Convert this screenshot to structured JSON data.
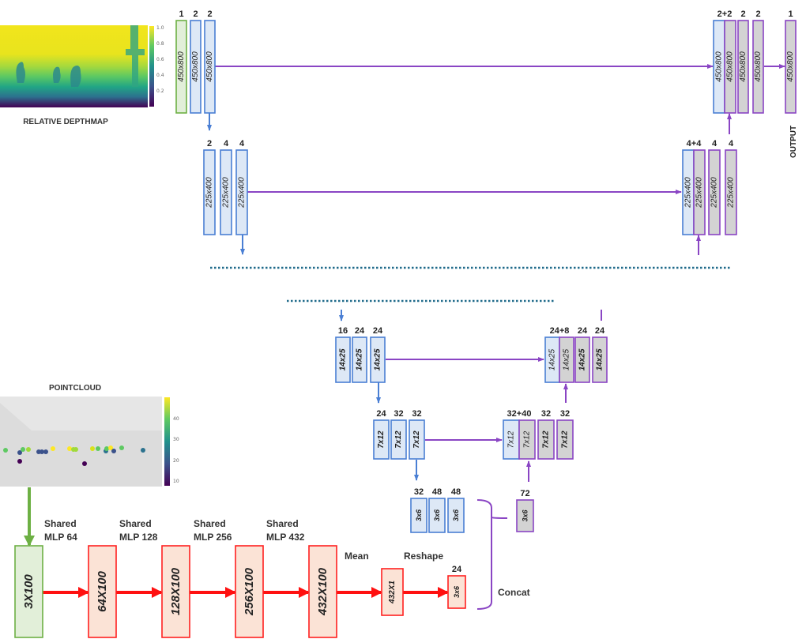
{
  "title": "Depth completion network architecture diagram",
  "colors": {
    "encoder_border": "#4a7fd4",
    "encoder_fill": "#dde8f6",
    "decoder_border": "#8a45c4",
    "decoder_fill": "#d3d3d3",
    "input_border": "#6db044",
    "input_fill": "#e2efd9",
    "mlp_border": "#ff2020",
    "mlp_fill": "#fbe3d6",
    "skip_line": "#8a45c4",
    "down_line": "#4a7fd4",
    "mlp_arrow": "#ff1010",
    "dotted_line": "#1f6a8a"
  },
  "depthmap": {
    "caption": "RELATIVE DEPTHMAP",
    "colorbar_ticks": [
      "1.0",
      "0.8",
      "0.6",
      "0.4",
      "0.2"
    ]
  },
  "pointcloud": {
    "caption": "POINTCLOUD",
    "colorbar_ticks": [
      "40",
      "30",
      "20",
      "10"
    ]
  },
  "output_label": "OUTPUT",
  "level1": {
    "encoder": [
      {
        "channels": "1",
        "size": "450x800",
        "kind": "input"
      },
      {
        "channels": "2",
        "size": "450x800",
        "kind": "enc"
      },
      {
        "channels": "2",
        "size": "450x800",
        "kind": "enc"
      }
    ],
    "decoder": [
      {
        "channels": "2+2",
        "size": "450x800",
        "kind": "concat"
      },
      {
        "channels": "2",
        "size": "450x800",
        "kind": "dec"
      },
      {
        "channels": "2",
        "size": "450x800",
        "kind": "dec"
      }
    ],
    "output": {
      "channels": "1",
      "size": "450x800"
    }
  },
  "level2": {
    "encoder": [
      {
        "channels": "2",
        "size": "225x400"
      },
      {
        "channels": "4",
        "size": "225x400"
      },
      {
        "channels": "4",
        "size": "225x400"
      }
    ],
    "decoder": [
      {
        "channels": "4+4",
        "size": "225x400",
        "kind": "concat"
      },
      {
        "channels": "4",
        "size": "225x400",
        "kind": "dec"
      },
      {
        "channels": "4",
        "size": "225x400",
        "kind": "dec"
      }
    ]
  },
  "level3": {
    "encoder": [
      {
        "channels": "16",
        "size": "14x25"
      },
      {
        "channels": "24",
        "size": "14x25"
      },
      {
        "channels": "24",
        "size": "14x25"
      }
    ],
    "decoder": [
      {
        "channels": "24+8",
        "size": "14x25",
        "kind": "concat"
      },
      {
        "channels": "24",
        "size": "14x25",
        "kind": "dec"
      },
      {
        "channels": "24",
        "size": "14x25",
        "kind": "dec"
      }
    ]
  },
  "level4": {
    "encoder": [
      {
        "channels": "24",
        "size": "7x12"
      },
      {
        "channels": "32",
        "size": "7x12"
      },
      {
        "channels": "32",
        "size": "7x12"
      }
    ],
    "decoder": [
      {
        "channels": "32+40",
        "size": "7x12",
        "kind": "concat"
      },
      {
        "channels": "32",
        "size": "7x12",
        "kind": "dec"
      },
      {
        "channels": "32",
        "size": "7x12",
        "kind": "dec"
      }
    ]
  },
  "bottleneck": {
    "encoder": [
      {
        "channels": "32",
        "size": "3x6"
      },
      {
        "channels": "48",
        "size": "3x6"
      },
      {
        "channels": "48",
        "size": "3x6"
      }
    ],
    "concat_block": {
      "channels": "72",
      "size": "3x6"
    },
    "concat_label": "Concat"
  },
  "pointnet": {
    "input": {
      "size": "3X100"
    },
    "layers": [
      {
        "label_line1": "Shared",
        "label_line2": "MLP 64",
        "size": "64X100"
      },
      {
        "label_line1": "Shared",
        "label_line2": "MLP 128",
        "size": "128X100"
      },
      {
        "label_line1": "Shared",
        "label_line2": "MLP 256",
        "size": "256X100"
      },
      {
        "label_line1": "Shared",
        "label_line2": "MLP 432",
        "size": "432X100"
      }
    ],
    "mean": {
      "label": "Mean",
      "size": "432X1"
    },
    "reshape": {
      "label": "Reshape",
      "channels": "24",
      "size": "3x6"
    }
  }
}
